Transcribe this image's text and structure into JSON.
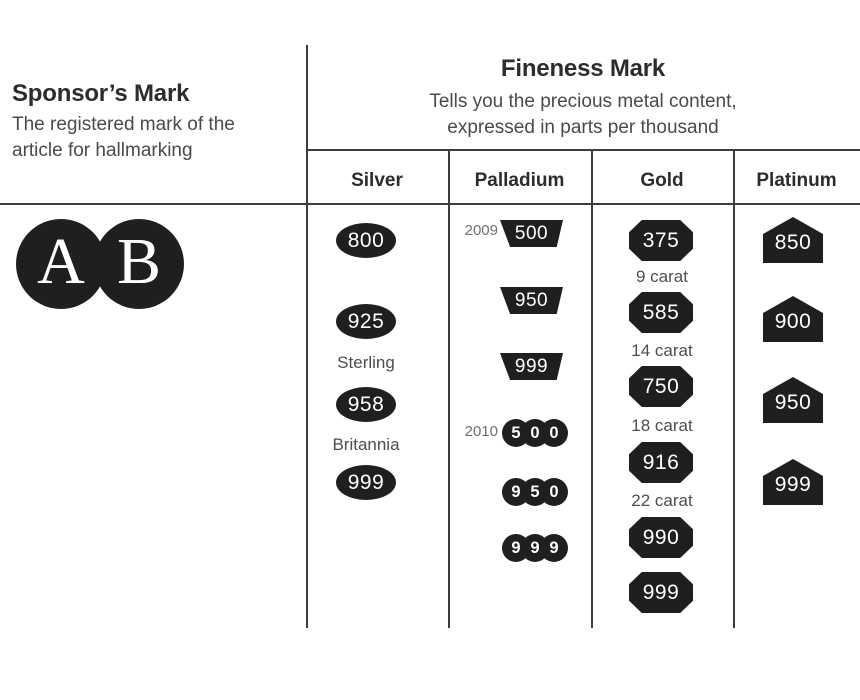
{
  "palette": {
    "mark_black": "#1f1f1f",
    "heading_text": "#2c2c2c",
    "subtitle_text": "#4a4a4a",
    "year_text": "#707070",
    "rule_line": "#3d3d3d",
    "mark_text": "#ffffff",
    "background": "#ffffff"
  },
  "sponsor": {
    "title": "Sponsor’s Mark",
    "subtitle": [
      "The registered mark of the",
      "article for hallmarking"
    ],
    "letters": [
      "A",
      "B"
    ]
  },
  "fineness": {
    "title": "Fineness Mark",
    "subtitle": [
      "Tells you the precious metal content,",
      "expressed in parts per thousand"
    ]
  },
  "headers": [
    "Silver",
    "Palladium",
    "Gold",
    "Platinum"
  ],
  "silver": {
    "marks": [
      {
        "value": "800",
        "caption": ""
      },
      {
        "value": "925",
        "caption": "Sterling"
      },
      {
        "value": "958",
        "caption": "Britannia"
      },
      {
        "value": "999",
        "caption": ""
      }
    ]
  },
  "palladium": {
    "year_2009": "2009",
    "year_2010": "2010",
    "trapezoids": [
      "500",
      "950",
      "999"
    ],
    "circles": [
      [
        "5",
        "0",
        "0"
      ],
      [
        "9",
        "5",
        "0"
      ],
      [
        "9",
        "9",
        "9"
      ]
    ]
  },
  "gold": {
    "marks": [
      {
        "value": "375",
        "caption": "9 carat"
      },
      {
        "value": "585",
        "caption": "14 carat"
      },
      {
        "value": "750",
        "caption": "18 carat"
      },
      {
        "value": "916",
        "caption": "22 carat"
      },
      {
        "value": "990",
        "caption": ""
      },
      {
        "value": "999",
        "caption": ""
      }
    ]
  },
  "platinum": {
    "marks": [
      "850",
      "900",
      "950",
      "999"
    ]
  }
}
